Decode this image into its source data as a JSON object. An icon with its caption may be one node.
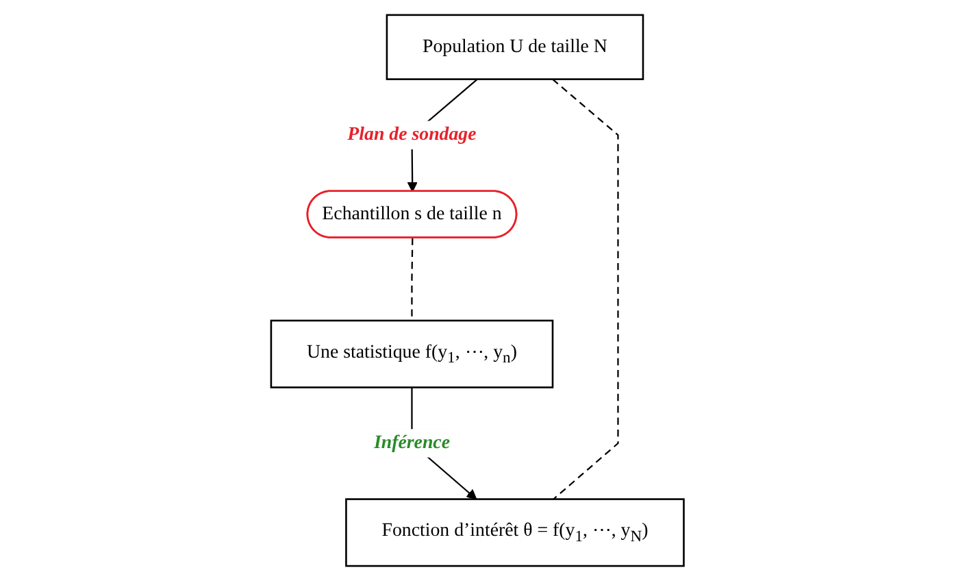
{
  "diagram": {
    "nodes": [
      {
        "text": [
          "Population U de taille N"
        ]
      },
      {
        "text": [
          "Fonction d’intérêt θ = f(y$_{1}$, ⋯, y$_{N}$)"
        ]
      },
      {
        "text": [
          "Echantillon s de taille n"
        ]
      },
      {
        "text": [
          "Une statistique f(y$_{1}$, ⋯, y$_{n}$)"
        ]
      }
    ],
    "edges": [
      {
        "from": 0,
        "to": 2,
        "arrow": "to",
        "label": "Plan de sondage"
      },
      {
        "from": 3,
        "to": 1,
        "arrow": "to",
        "label": "Inférence"
      },
      {
        "from": 0,
        "to": 1,
        "arrow": "none",
        "style": "dashed"
      },
      {
        "from": 2,
        "to": 3,
        "arrow": "none",
        "style": "dashed"
      }
    ]
  }
}
